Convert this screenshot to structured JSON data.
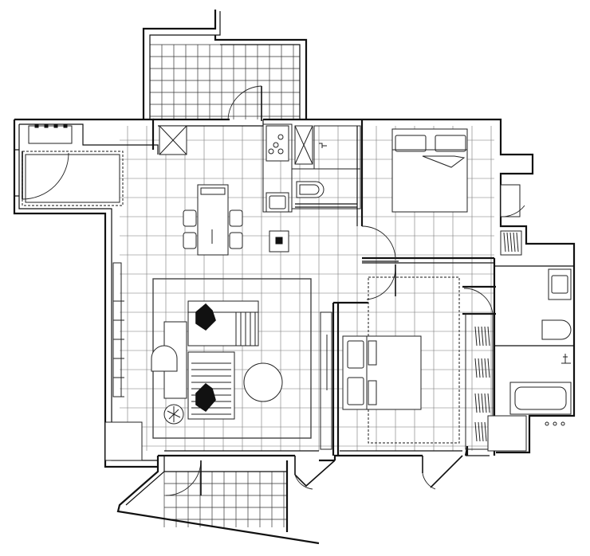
{
  "drawing": {
    "type": "floor-plan",
    "rooms": [
      {
        "id": "balcony-north"
      },
      {
        "id": "balcony-south"
      },
      {
        "id": "living-dining"
      },
      {
        "id": "kitchen"
      },
      {
        "id": "master-bedroom"
      },
      {
        "id": "bedroom-2"
      },
      {
        "id": "bathroom-1"
      },
      {
        "id": "bathroom-2"
      },
      {
        "id": "utility-room"
      }
    ],
    "colors": {
      "line": "#111111",
      "background": "#ffffff"
    }
  }
}
